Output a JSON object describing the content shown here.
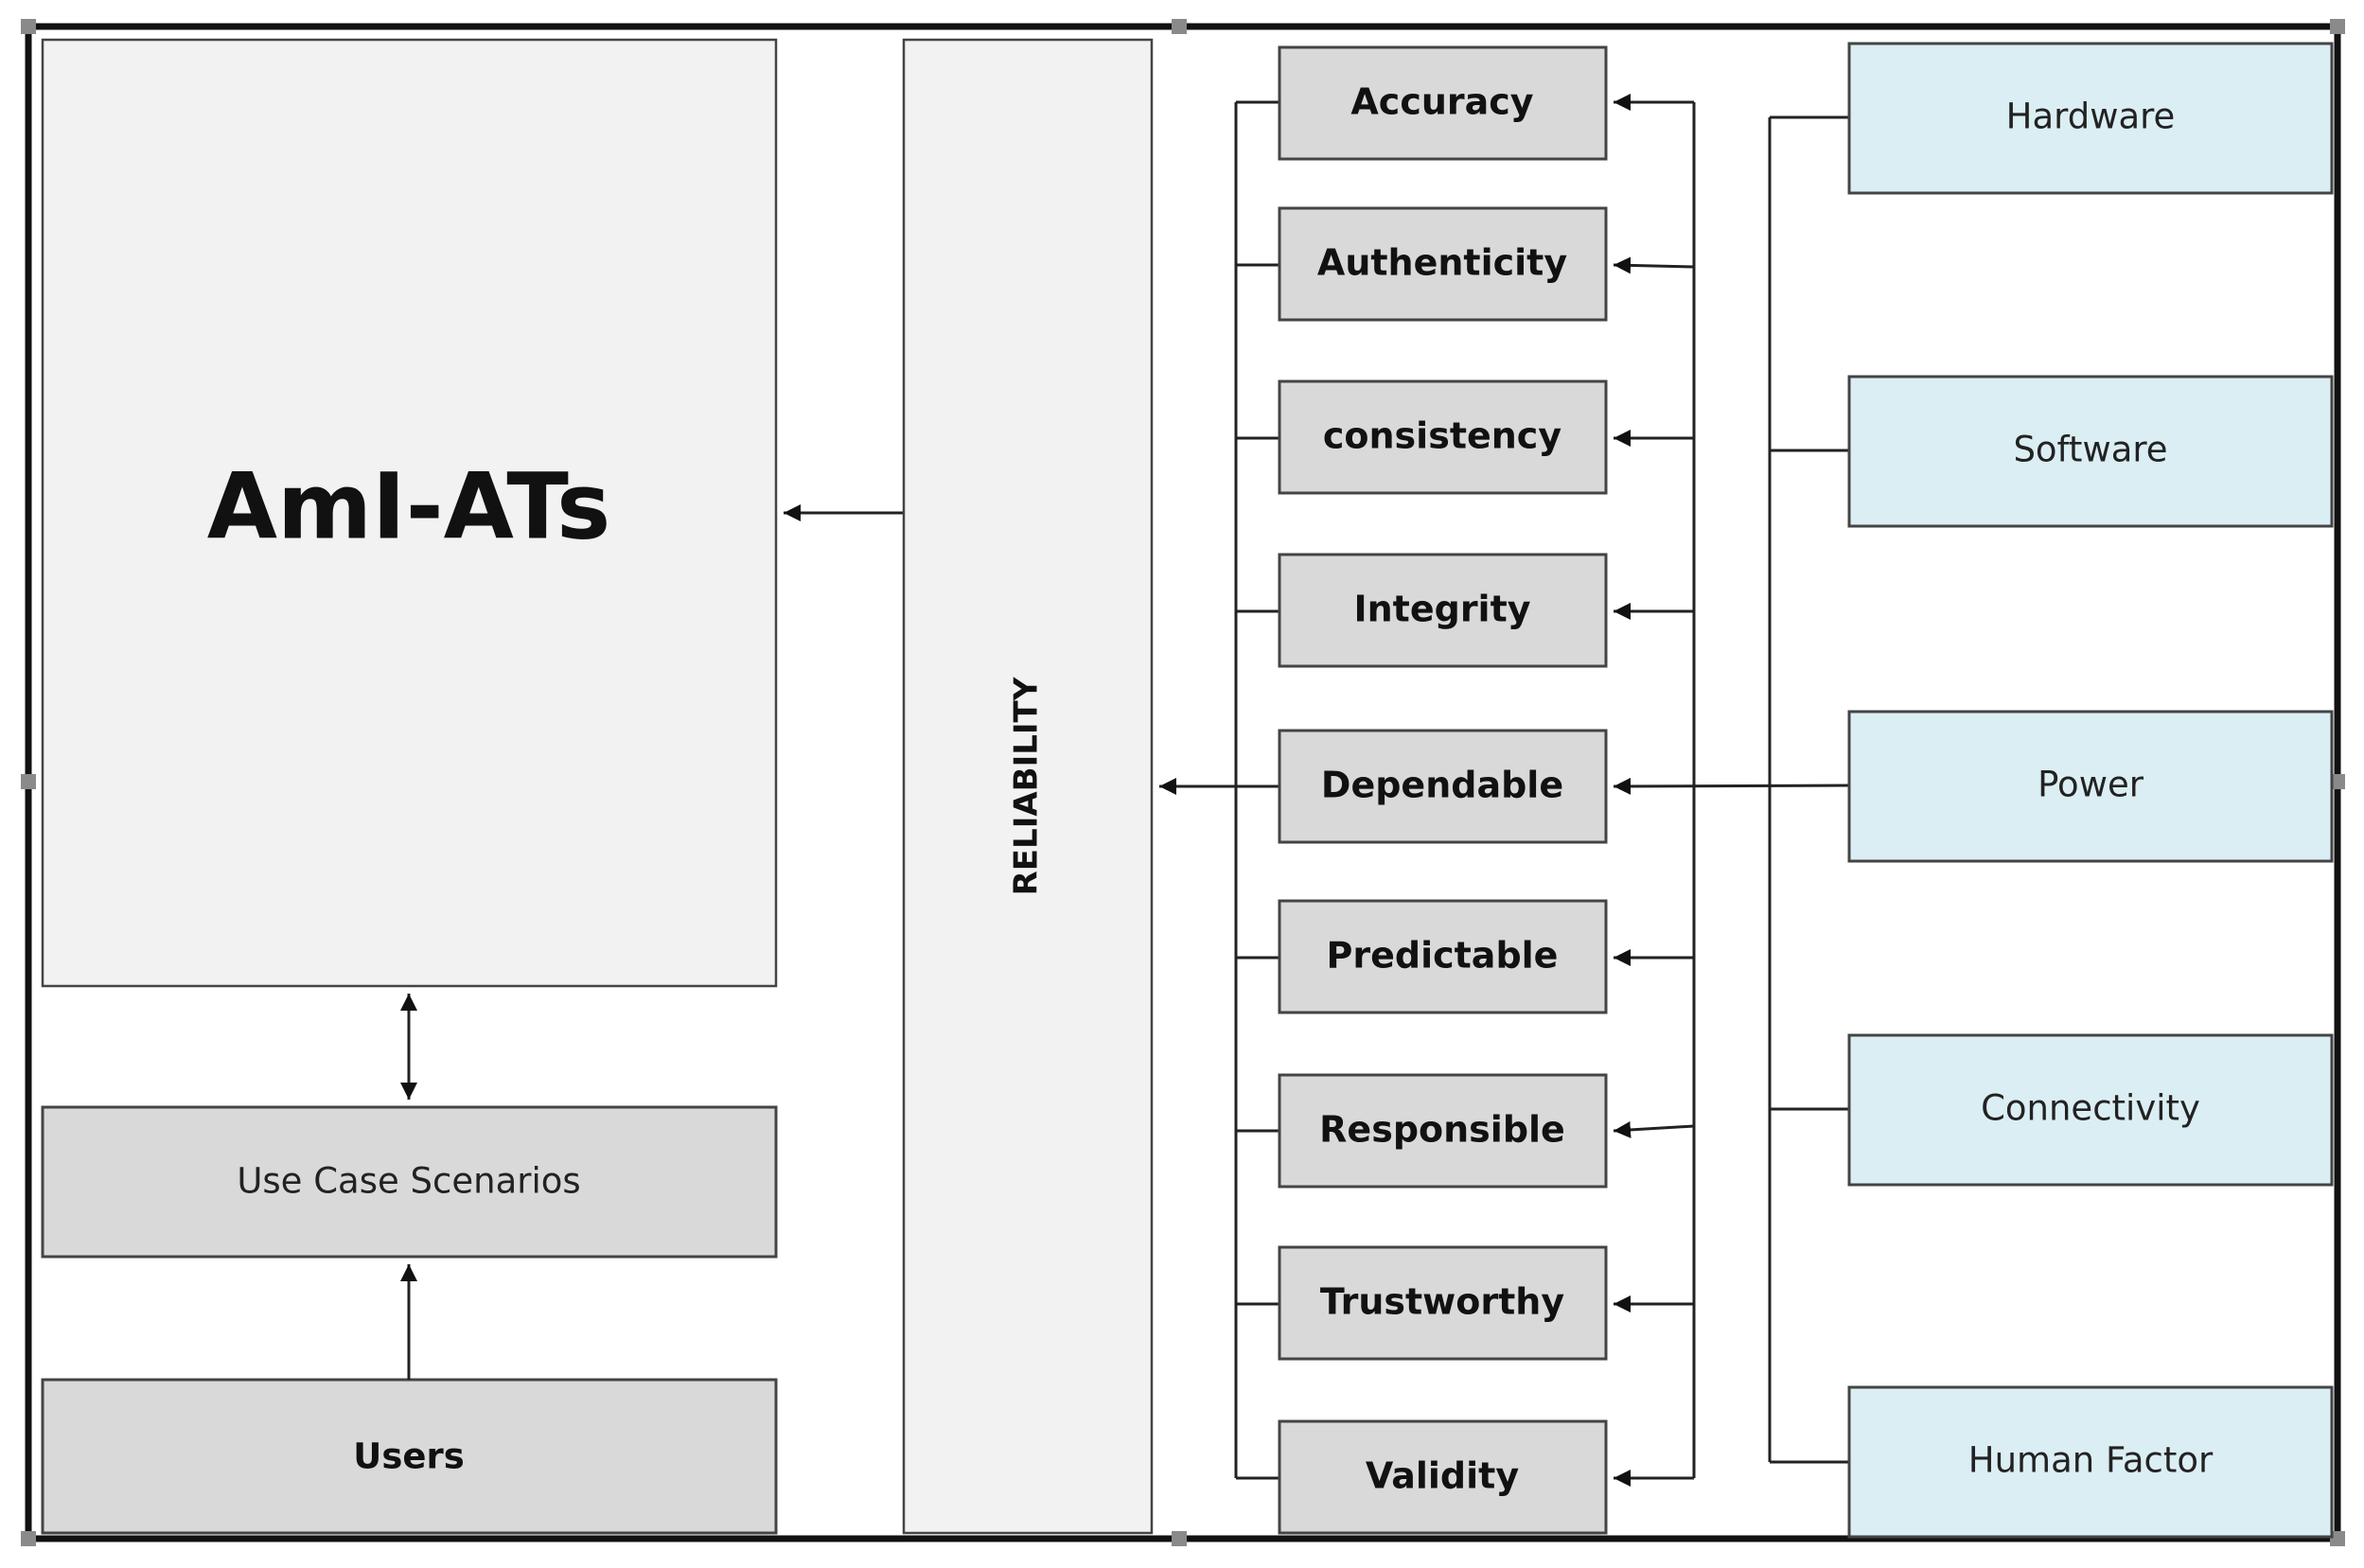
{
  "main_box": {
    "label": "AmI-ATs"
  },
  "use_case": {
    "label": "Use Case Scenarios"
  },
  "users": {
    "label": "Users"
  },
  "reliability": {
    "label": "RELIABILITY"
  },
  "attributes": [
    {
      "id": "accuracy",
      "label": "Accuracy"
    },
    {
      "id": "authenticity",
      "label": "Authenticity"
    },
    {
      "id": "consistency",
      "label": "consistency"
    },
    {
      "id": "integrity",
      "label": "Integrity"
    },
    {
      "id": "dependable",
      "label": "Dependable"
    },
    {
      "id": "predictable",
      "label": "Predictable"
    },
    {
      "id": "responsible",
      "label": "Responsible"
    },
    {
      "id": "trustworthy",
      "label": "Trustworthy"
    },
    {
      "id": "validity",
      "label": "Validity"
    }
  ],
  "factors": [
    {
      "id": "hardware",
      "label": "Hardware"
    },
    {
      "id": "software",
      "label": "Software"
    },
    {
      "id": "power",
      "label": "Power"
    },
    {
      "id": "connectivity",
      "label": "Connectivity"
    },
    {
      "id": "human-factor",
      "label": "Human Factor"
    }
  ],
  "colors": {
    "gray_box": "#d9d9d9",
    "light_box": "#f2f2f2",
    "blue_box": "#dbeef3",
    "border": "#444444"
  }
}
